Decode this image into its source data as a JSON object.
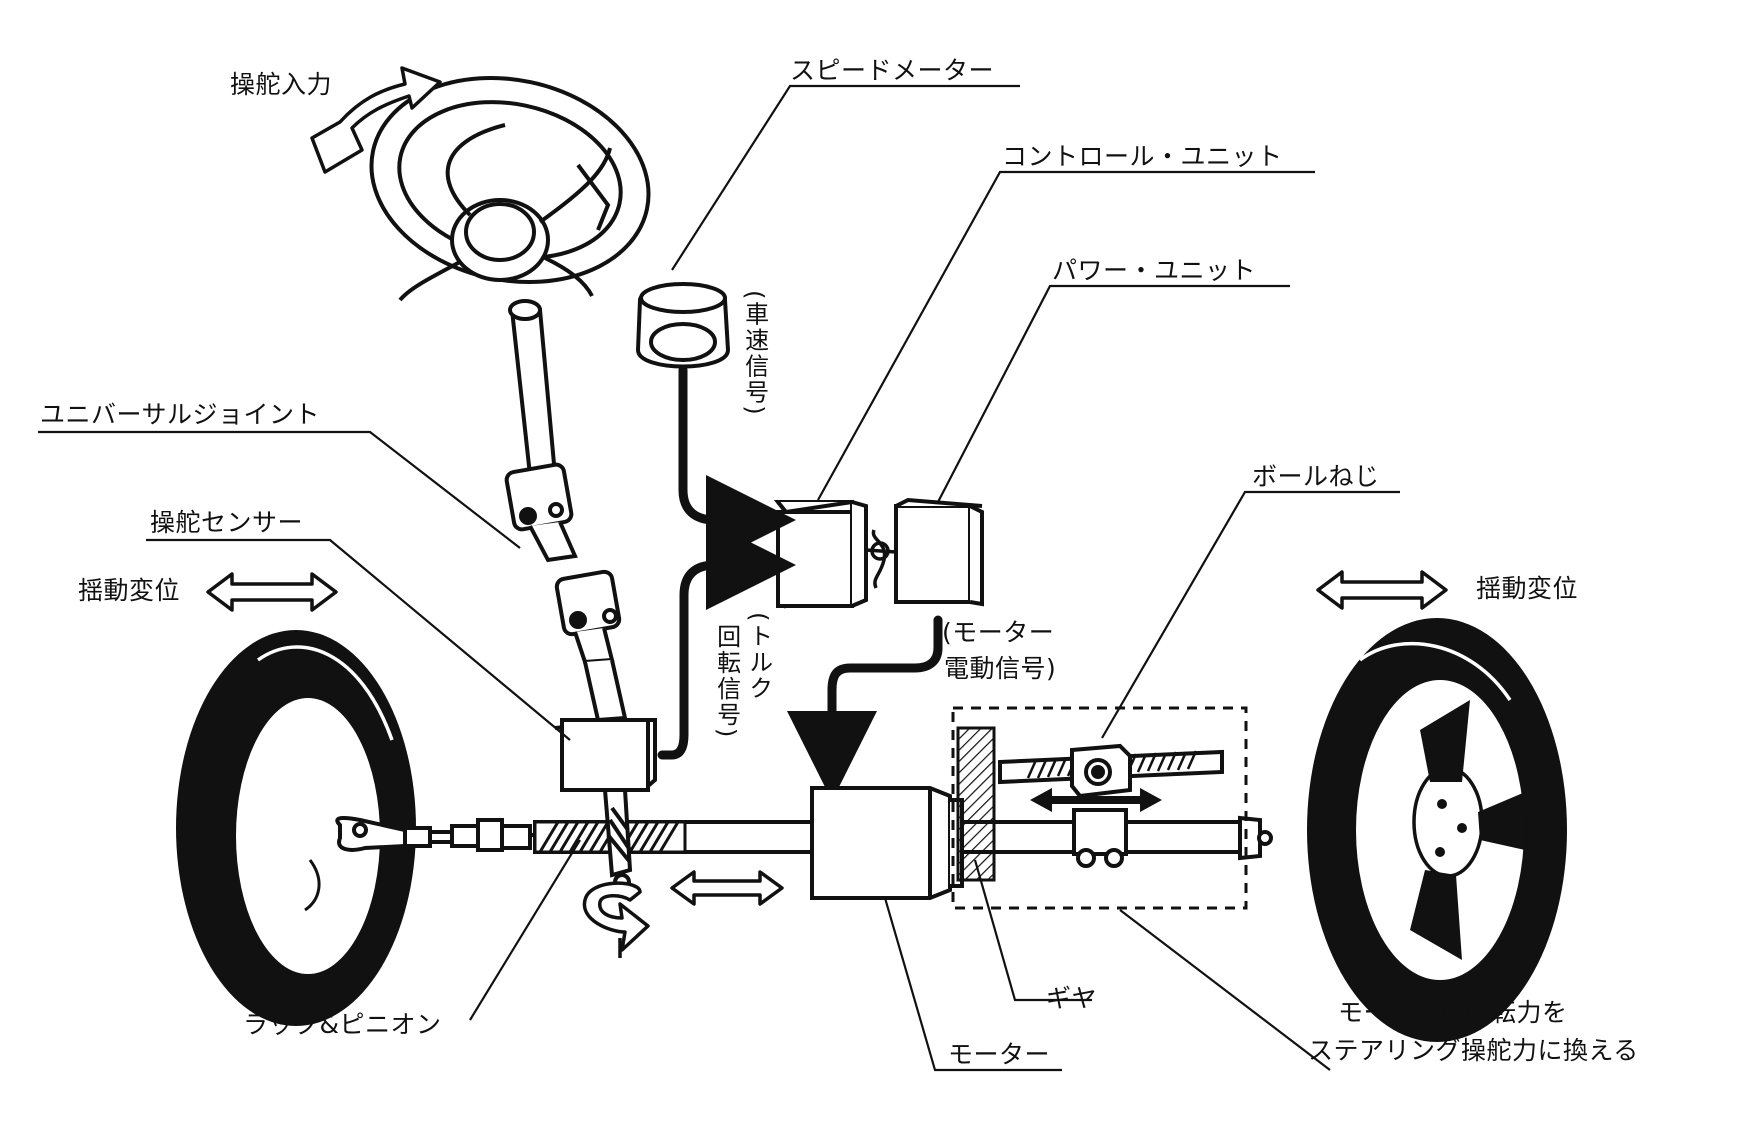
{
  "labels": {
    "steering_input": "操舵入力",
    "speedometer": "スピードメーター",
    "control_unit": "コントロール・ユニット",
    "power_unit": "パワー・ユニット",
    "universal_joint": "ユニバーサルジョイント",
    "steering_sensor": "操舵センサー",
    "swing_displacement_left": "揺動変位",
    "swing_displacement_right": "揺動変位",
    "ball_screw": "ボールねじ",
    "rack_pinion": "ラック&ピニオン",
    "gear": "ギヤ",
    "motor": "モーター",
    "conversion_line1": "モーターの回転力を",
    "conversion_line2": "ステアリング操舵力に換える"
  },
  "signals": {
    "vehicle_speed": "(車速信号)",
    "torque_line1": "(トルク",
    "torque_line2": "回転信号)",
    "motor_line1": "(モーター",
    "motor_line2": "電動信号)"
  }
}
